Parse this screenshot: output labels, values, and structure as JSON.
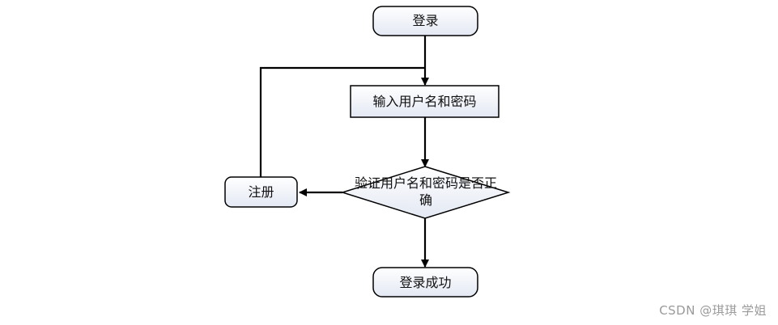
{
  "diagram": {
    "nodes": {
      "start": "登录",
      "input": "输入用户名和密码",
      "decision_line1": "验证用户名和密码是否正",
      "decision_line2": "确",
      "register": "注册",
      "success": "登录成功"
    }
  },
  "watermark": "CSDN @琪琪 学姐",
  "colors": {
    "stroke": "#000000",
    "node_fill_top": "#ffffff",
    "node_fill_bottom": "#e3e8f3"
  }
}
